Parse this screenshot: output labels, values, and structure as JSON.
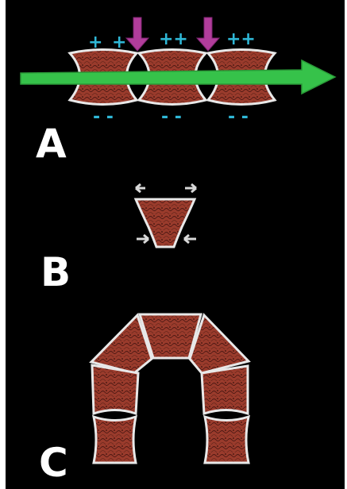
{
  "panels": {
    "a": {
      "label": "A",
      "top_signs": [
        "+",
        "+",
        "++",
        "++"
      ],
      "bottom_signs": [
        "- -",
        "- -",
        "- -"
      ]
    },
    "b": {
      "label": "B"
    },
    "c": {
      "label": "C"
    }
  },
  "colors": {
    "background": "#000000",
    "block_fill": "#9a3b2c",
    "block_outline": "#e8e8e8",
    "plus_minus": "#2fb7d6",
    "load_arrow": "#b13d9b",
    "axis_arrow": "#36c24a",
    "small_arrow": "#d8d8d8"
  },
  "icons": {
    "load_arrow": "down-arrow-icon",
    "axis_arrow": "right-arrow-icon",
    "small_arrow": "small-arrow-icon"
  }
}
